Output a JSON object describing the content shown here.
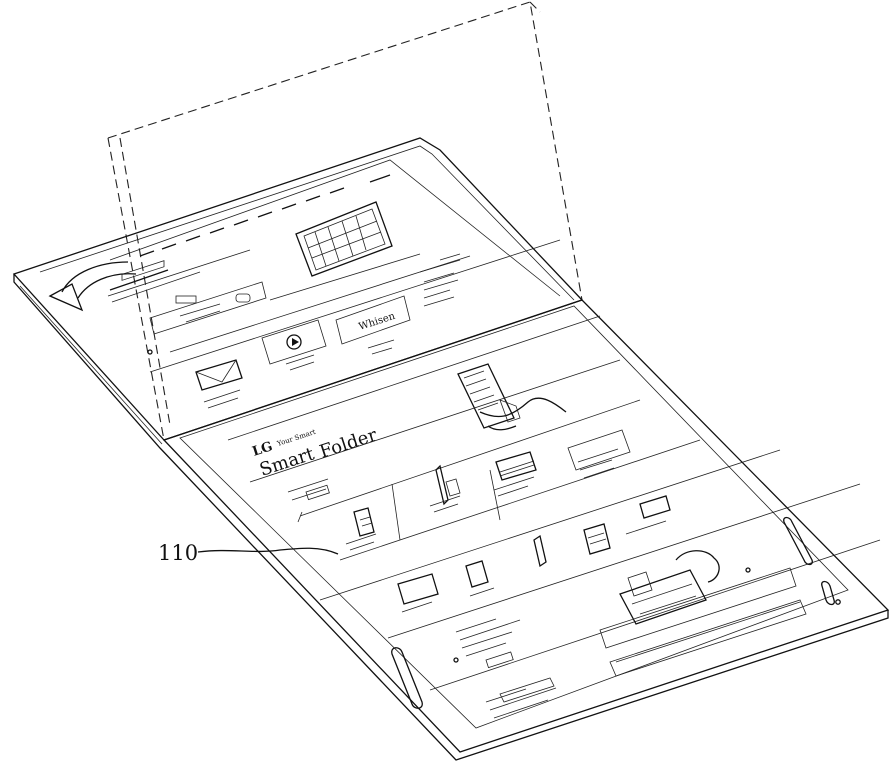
{
  "figure": {
    "reference_label": "110",
    "brand_logo": "LG",
    "brand_tagline": "Your Smart",
    "headline_word_1": "Smart",
    "headline_word_2": "Folder",
    "fold_arrow_icon": "curved-arrow-left-icon",
    "play_icon": "play-circle-icon",
    "colors": {
      "line": "#111111",
      "background": "#ffffff"
    }
  }
}
